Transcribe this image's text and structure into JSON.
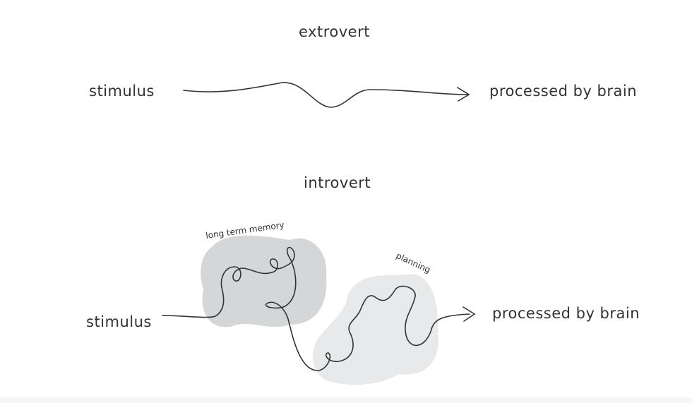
{
  "extrovert": {
    "title": "extrovert",
    "input": "stimulus",
    "output": "processed by brain"
  },
  "introvert": {
    "title": "introvert",
    "input": "stimulus",
    "output": "processed by brain",
    "regions": [
      "long term memory",
      "planning"
    ]
  },
  "colors": {
    "line": "#333333",
    "memory_blob": "#d4d6d8",
    "planning_blob": "#e8e9ea"
  }
}
